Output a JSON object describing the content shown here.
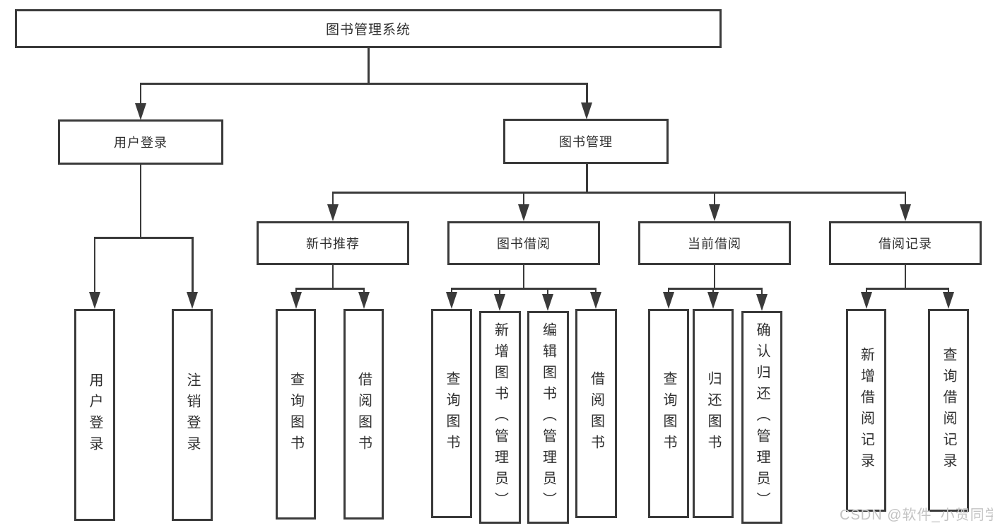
{
  "diagram": {
    "root": {
      "label": "图书管理系统"
    },
    "branches": [
      {
        "label": "用户登录",
        "children": [
          {
            "label": "用户登录"
          },
          {
            "label": "注销登录"
          }
        ]
      },
      {
        "label": "图书管理",
        "children": [
          {
            "label": "新书推荐",
            "children": [
              {
                "label": "查询图书"
              },
              {
                "label": "借阅图书"
              }
            ]
          },
          {
            "label": "图书借阅",
            "children": [
              {
                "label": "查询图书"
              },
              {
                "label": "新增图书（管理员）"
              },
              {
                "label": "编辑图书（管理员）"
              },
              {
                "label": "借阅图书"
              }
            ]
          },
          {
            "label": "当前借阅",
            "children": [
              {
                "label": "查询图书"
              },
              {
                "label": "归还图书"
              },
              {
                "label": "确认归还（管理员）"
              }
            ]
          },
          {
            "label": "借阅记录",
            "children": [
              {
                "label": "新增借阅记录"
              },
              {
                "label": "查询借阅记录"
              }
            ]
          }
        ]
      }
    ]
  },
  "watermark": {
    "text": "CSDN @软件_小贺同学"
  },
  "colors": {
    "line": "#3a3a3a",
    "box_border": "#3a3a3a",
    "text": "#2f2f2f",
    "background": "#ffffff",
    "watermark": "#c3c3c3"
  }
}
